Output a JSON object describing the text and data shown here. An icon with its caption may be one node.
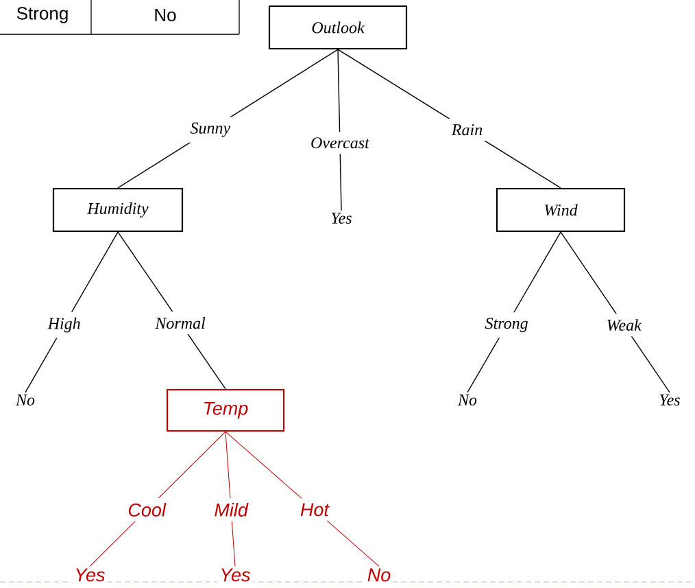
{
  "diagram": {
    "nodes": [
      {
        "text": [
          "Outlook"
        ]
      },
      {
        "text": [
          "Humidity"
        ]
      },
      {
        "text": [
          "Yes"
        ]
      },
      {
        "text": [
          "Wind"
        ]
      },
      {
        "text": [
          "No"
        ]
      },
      {
        "text": [
          "Temp"
        ]
      },
      {
        "text": [
          "No"
        ]
      },
      {
        "text": [
          "Yes"
        ]
      },
      {
        "text": [
          "Yes"
        ]
      },
      {
        "text": [
          "Yes"
        ]
      },
      {
        "text": [
          "No"
        ]
      }
    ],
    "edges": [
      {
        "from": 0,
        "to": 1,
        "arrow": "none",
        "label": "Sunny"
      },
      {
        "from": 0,
        "to": 2,
        "arrow": "none",
        "label": "Overcast"
      },
      {
        "from": 0,
        "to": 3,
        "arrow": "none",
        "label": "Rain"
      },
      {
        "from": 1,
        "to": 4,
        "arrow": "none",
        "label": "High"
      },
      {
        "from": 1,
        "to": 5,
        "arrow": "none",
        "label": "Normal"
      },
      {
        "from": 3,
        "to": 6,
        "arrow": "none",
        "label": "Strong"
      },
      {
        "from": 3,
        "to": 7,
        "arrow": "none",
        "label": "Weak"
      },
      {
        "from": 5,
        "to": 8,
        "arrow": "none",
        "label": "Cool",
        "color": "#c00000"
      },
      {
        "from": 5,
        "to": 9,
        "arrow": "none",
        "label": "Mild",
        "color": "#c00000"
      },
      {
        "from": 5,
        "to": 10,
        "arrow": "none",
        "label": "Hot",
        "color": "#c00000"
      }
    ],
    "labels": [
      "Strong",
      "No"
    ]
  }
}
